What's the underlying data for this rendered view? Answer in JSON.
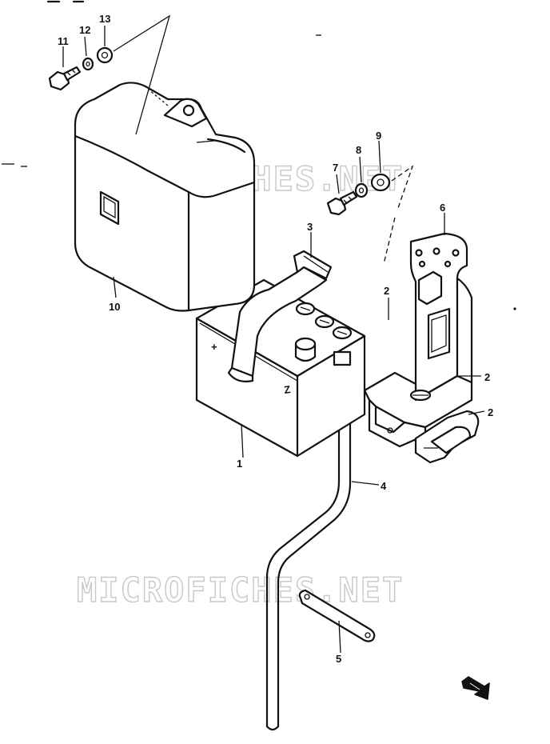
{
  "watermark": {
    "text": "MICROFICHES.NET"
  },
  "callouts": {
    "c1": "1",
    "c2a": "2",
    "c2b": "2",
    "c2c": "2",
    "c3": "3",
    "c4": "4",
    "c5": "5",
    "c6": "6",
    "c7": "7",
    "c8": "8",
    "c9": "9",
    "c10": "10",
    "c11": "11",
    "c12": "12",
    "c13": "13"
  },
  "battery_markings": {
    "polarity_mark": "+",
    "terminal_mark": "Z"
  },
  "colors": {
    "ink": "#111111",
    "watermark": "#c8c8c8",
    "background": "#ffffff"
  }
}
